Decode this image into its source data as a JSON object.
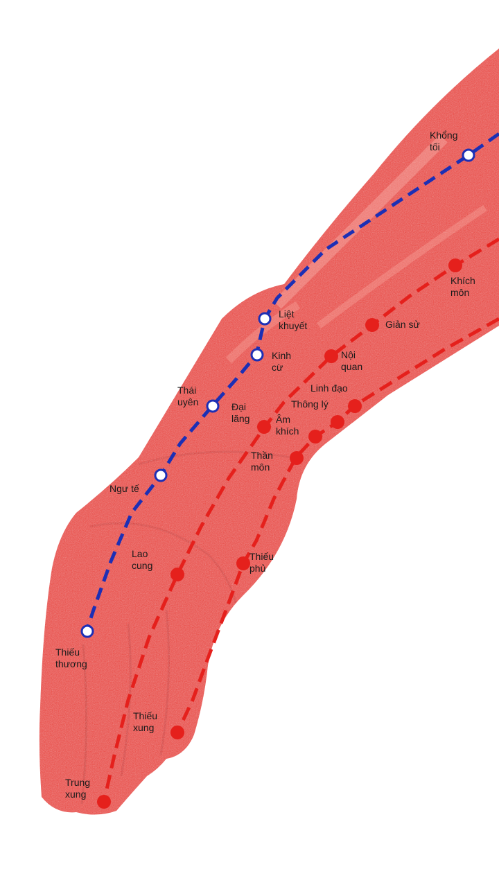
{
  "colors": {
    "background": "#ffffff",
    "skin": "#e8413a",
    "skin_light": "#f4796f",
    "skin_dark": "#c9221b",
    "lung_meridian": "#1c2fb5",
    "heart_meridian": "#e5201c",
    "label_text": "#1a1a1a"
  },
  "points": {
    "khong_toi": [
      "Khổng",
      "tối"
    ],
    "khich_mon": [
      "Khích",
      "môn"
    ],
    "liet_khuyet": [
      "Liệt",
      "khuyết"
    ],
    "gian_su": [
      "Giản sử"
    ],
    "kinh_cu": [
      "Kinh",
      "cừ"
    ],
    "noi_quan": [
      "Nội",
      "quan"
    ],
    "thai_uyen": [
      "Thái",
      "uyên"
    ],
    "linh_dao": [
      "Linh đạo"
    ],
    "thong_ly": [
      "Thông lý"
    ],
    "dai_lang": [
      "Đại",
      "lăng"
    ],
    "am_khich": [
      "Âm",
      "khích"
    ],
    "than_mon": [
      "Thần",
      "môn"
    ],
    "ngu_te": [
      "Ngư tế"
    ],
    "lao_cung": [
      "Lao",
      "cung"
    ],
    "thieu_phu": [
      "Thiếu",
      "phủ"
    ],
    "thieu_thuong": [
      "Thiếu",
      "thương"
    ],
    "thieu_xung": [
      "Thiếu",
      "xung"
    ],
    "trung_xung": [
      "Trung",
      "xung"
    ]
  }
}
